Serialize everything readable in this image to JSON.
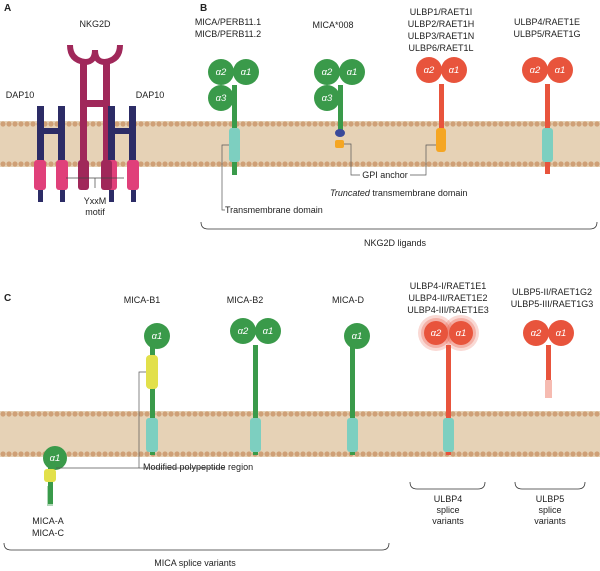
{
  "panels": {
    "a": "A",
    "b": "B",
    "c": "C"
  },
  "panel_a": {
    "receptor": "NKG2D",
    "adaptor_left": "DAP10",
    "adaptor_right": "DAP10",
    "motif_line1": "YxxM",
    "motif_line2": "motif"
  },
  "panel_b": {
    "mica_line1": "MICA/PERB11.1",
    "mica_line2": "MICB/PERB11.2",
    "mica008": "MICA*008",
    "ulbp_line1": "ULBP1/RAET1I",
    "ulbp_line2": "ULBP2/RAET1H",
    "ulbp_line3": "ULBP3/RAET1N",
    "ulbp_line4": "ULBP6/RAET1L",
    "ulbp45_line1": "ULBP4/RAET1E",
    "ulbp45_line2": "ULBP5/RAET1G",
    "gpi_anchor": "GPI anchor",
    "truncated_italic": "Truncated",
    "truncated_rest": " transmembrane domain",
    "tm_domain": "Transmembrane domain",
    "bracket_label": "NKG2D ligands"
  },
  "panel_c": {
    "micab1": "MICA-B1",
    "micab2": "MICA-B2",
    "micad": "MICA-D",
    "ulbp4v_line1": "ULBP4-I/RAET1E1",
    "ulbp4v_line2": "ULBP4-II/RAET1E2",
    "ulbp4v_line3": "ULBP4-III/RAET1E3",
    "ulbp5v_line1": "ULBP5-II/RAET1G2",
    "ulbp5v_line2": "ULBP5-III/RAET1G3",
    "modified_region": "Modified polypeptide region",
    "mica_a": "MICA-A",
    "mica_c": "MICA-C",
    "ulbp4_splice_1": "ULBP4",
    "ulbp4_splice_2": "splice",
    "ulbp4_splice_3": "variants",
    "ulbp5_splice_1": "ULBP5",
    "ulbp5_splice_2": "splice",
    "ulbp5_splice_3": "variants",
    "bracket_label": "MICA splice variants"
  },
  "domains": {
    "a1": "α1",
    "a2": "α2",
    "a3": "α3"
  },
  "colors": {
    "membrane_band": "#e6d2b6",
    "lipid_head": "#cfa077",
    "nkg2d": "#a0285a",
    "dap10": "#2c2c66",
    "dap10_tm": "#e0407a",
    "mica_green": "#3a9a4a",
    "ulbp_red": "#e8543c",
    "tm_teal": "#7dcfc0",
    "gpi_orange": "#f5a623",
    "gpi_blue": "#3a4a9a",
    "modified_yellow": "#e2e04a"
  }
}
